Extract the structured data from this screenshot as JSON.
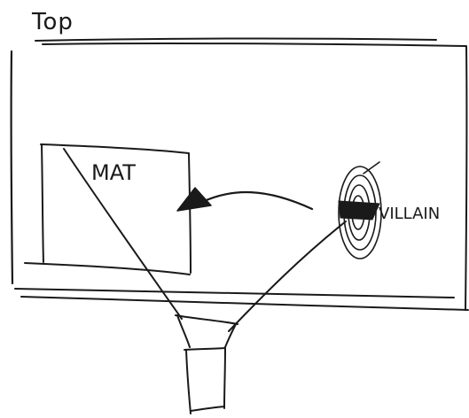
{
  "view_title": "Top",
  "labels": {
    "mat": "MAT",
    "villain": "VILLAIN"
  },
  "icons": {
    "stage_outline": "rectangle-sketch",
    "mat": "rectangle-sketch",
    "villain": "spiral-target-icon",
    "player_marker": "triangle-icon",
    "movement": "curved-arrow-icon",
    "camera": "camera-body-icon"
  },
  "colors": {
    "ink": "#1a1a1a",
    "paper": "#ffffff"
  }
}
